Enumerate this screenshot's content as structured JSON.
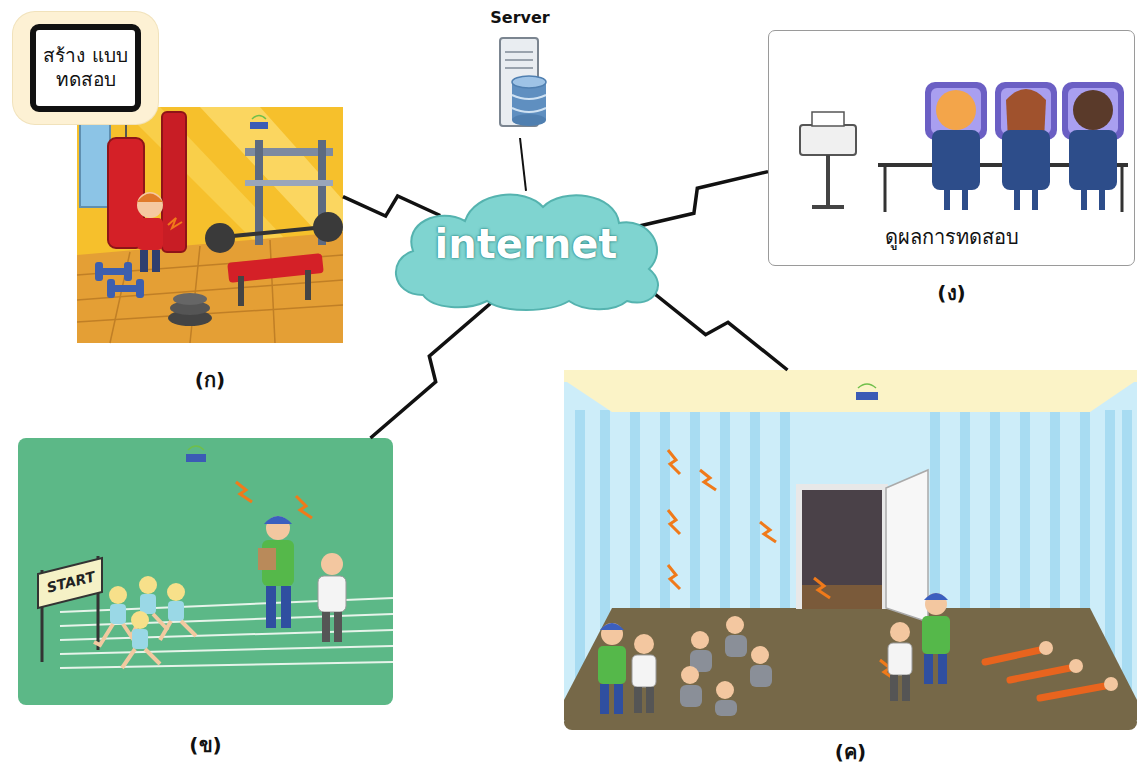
{
  "diagram": {
    "nodes": [
      {
        "text": [
          "(ก)"
        ]
      },
      {
        "text": [
          "สร้าง แบบ ทดสอบ"
        ]
      },
      {
        "text": [
          "Server"
        ]
      },
      {
        "text": [
          "internet"
        ]
      },
      {
        "text": [
          "ดูผลการทดสอบ",
          "(ง)"
        ]
      },
      {
        "text": [
          "(ข)"
        ]
      },
      {
        "text": [
          "(ค)"
        ]
      }
    ],
    "edges": [
      {
        "from": 0,
        "to": 3,
        "arrow": "none"
      },
      {
        "from": 2,
        "to": 3,
        "arrow": "none"
      },
      {
        "from": 4,
        "to": 3,
        "arrow": "none"
      },
      {
        "from": 5,
        "to": 3,
        "arrow": "none"
      },
      {
        "from": 6,
        "to": 3,
        "arrow": "none"
      }
    ],
    "labels": [
      "START"
    ]
  }
}
